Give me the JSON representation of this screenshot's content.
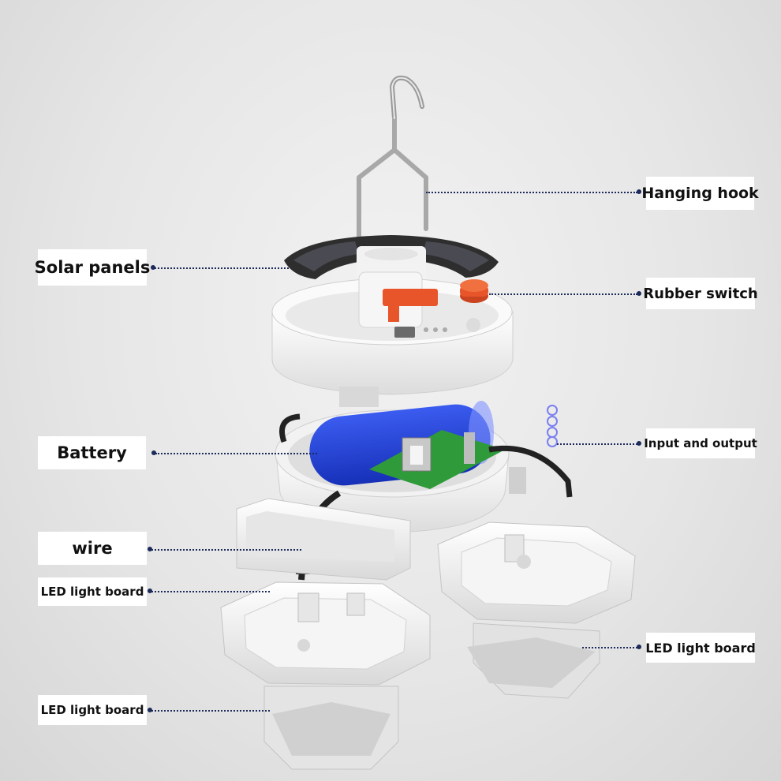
{
  "labels": {
    "hanging_hook": "Hanging hook",
    "solar_panels": "Solar panels",
    "rubber_switch": "Rubber switch",
    "battery": "Battery",
    "input_output": "Input and output",
    "wire": "wire",
    "led_board_left_upper": "LED light board",
    "led_board_right": "LED light board",
    "led_board_left_lower": "LED light board"
  },
  "colors": {
    "leader": "#1c2a5a",
    "housing": "#f4f4f4",
    "solar": "#3a3a3a",
    "switch": "#e8552a",
    "battery": "#1f3fd6",
    "pcb": "#2f9a3a",
    "io_rings": "#7b7ff0"
  }
}
